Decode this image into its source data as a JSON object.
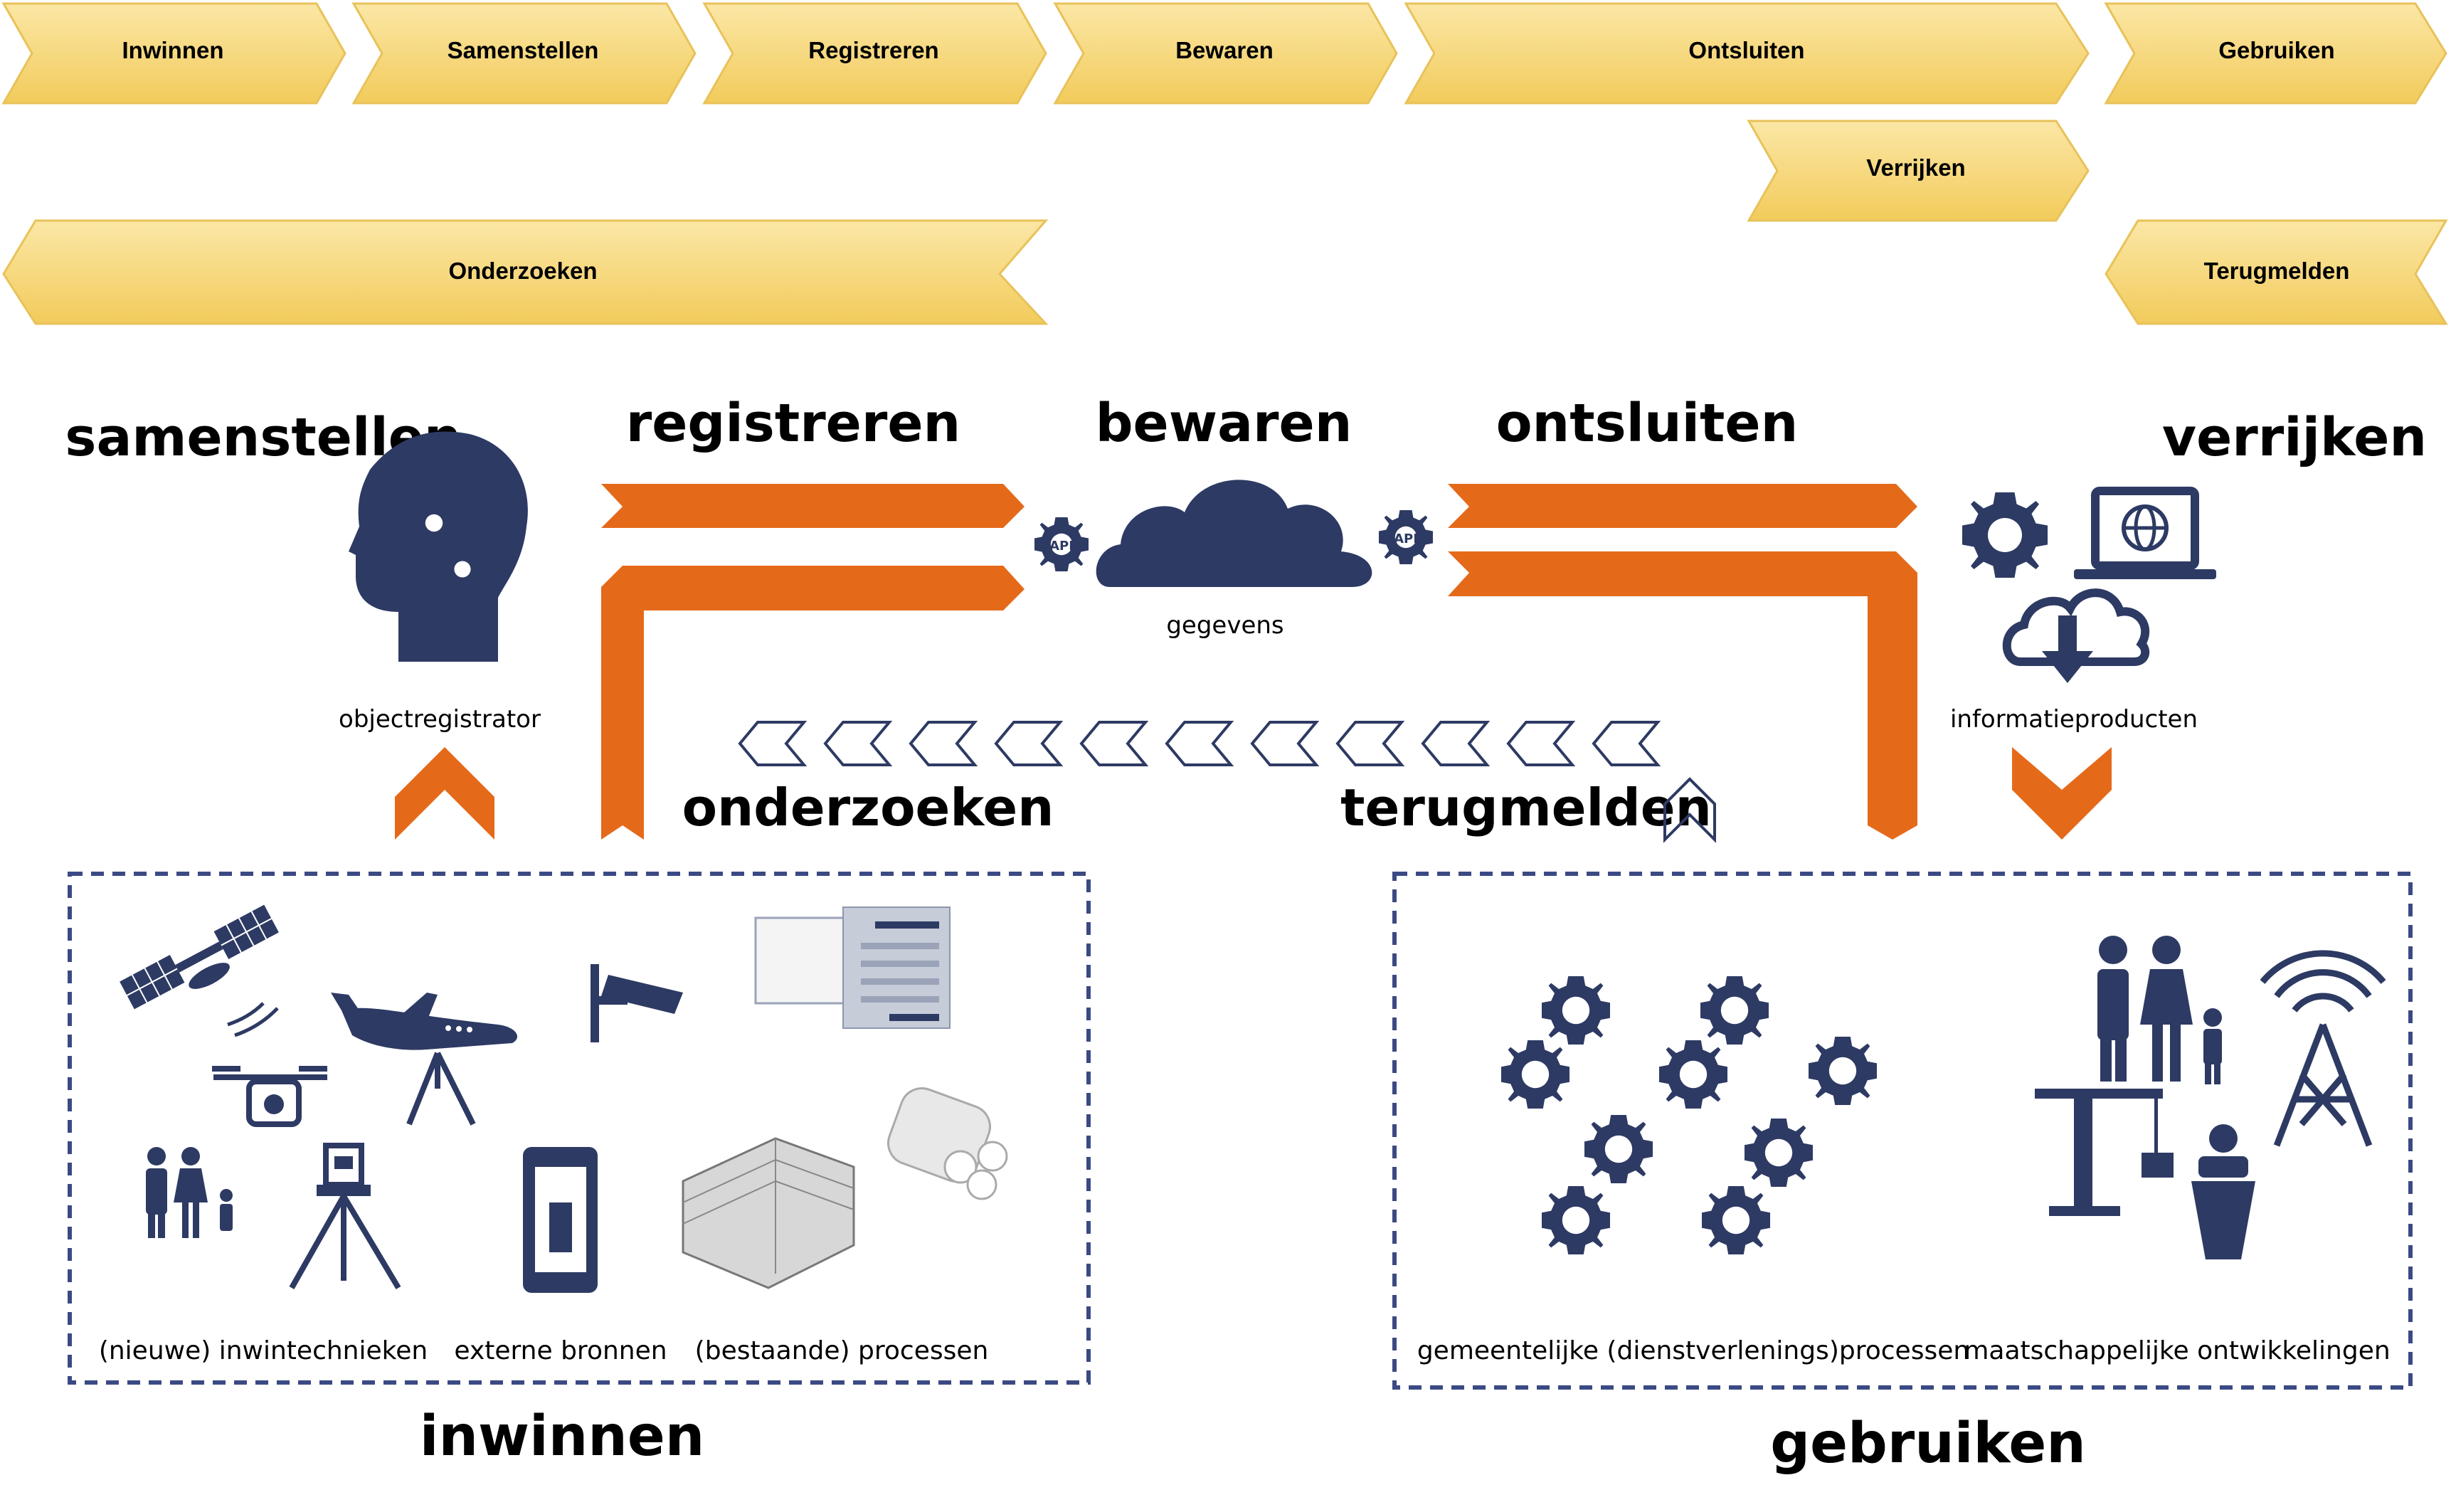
{
  "process_chevrons": {
    "inwinnen": "Inwinnen",
    "samenstellen": "Samenstellen",
    "registreren": "Registreren",
    "bewaren": "Bewaren",
    "ontsluiten": "Ontsluiten",
    "gebruiken": "Gebruiken",
    "verrijken": "Verrijken",
    "onderzoeken": "Onderzoeken",
    "terugmelden": "Terugmelden"
  },
  "diagram": {
    "samenstellen": "samenstellen",
    "registreren": "registreren",
    "bewaren": "bewaren",
    "ontsluiten": "ontsluiten",
    "verrijken": "verrijken",
    "onderzoeken": "onderzoeken",
    "terugmelden": "terugmelden",
    "inwinnen": "inwinnen",
    "gebruiken": "gebruiken",
    "objectregistrator": "objectregistrator",
    "gegevens": "gegevens",
    "informatieproducten": "informatieproducten",
    "api_left": "API",
    "api_right": "API"
  },
  "inwinnen_box": {
    "nieuwe_inwintechnieken": "(nieuwe) inwintechnieken",
    "externe_bronnen": "externe bronnen",
    "bestaande_processen": "(bestaande) processen"
  },
  "gebruiken_box": {
    "gemeentelijke_processen": "gemeentelijke (dienstverlenings)processen",
    "maatschappelijke_ontwikkelingen": "maatschappelijke ontwikkelingen"
  },
  "colors": {
    "chevron_fill": "#F7D77A",
    "chevron_stroke": "#E8C25A",
    "orange": "#E46A1A",
    "navy": "#2D3A63",
    "dashed": "#3B4A84"
  }
}
